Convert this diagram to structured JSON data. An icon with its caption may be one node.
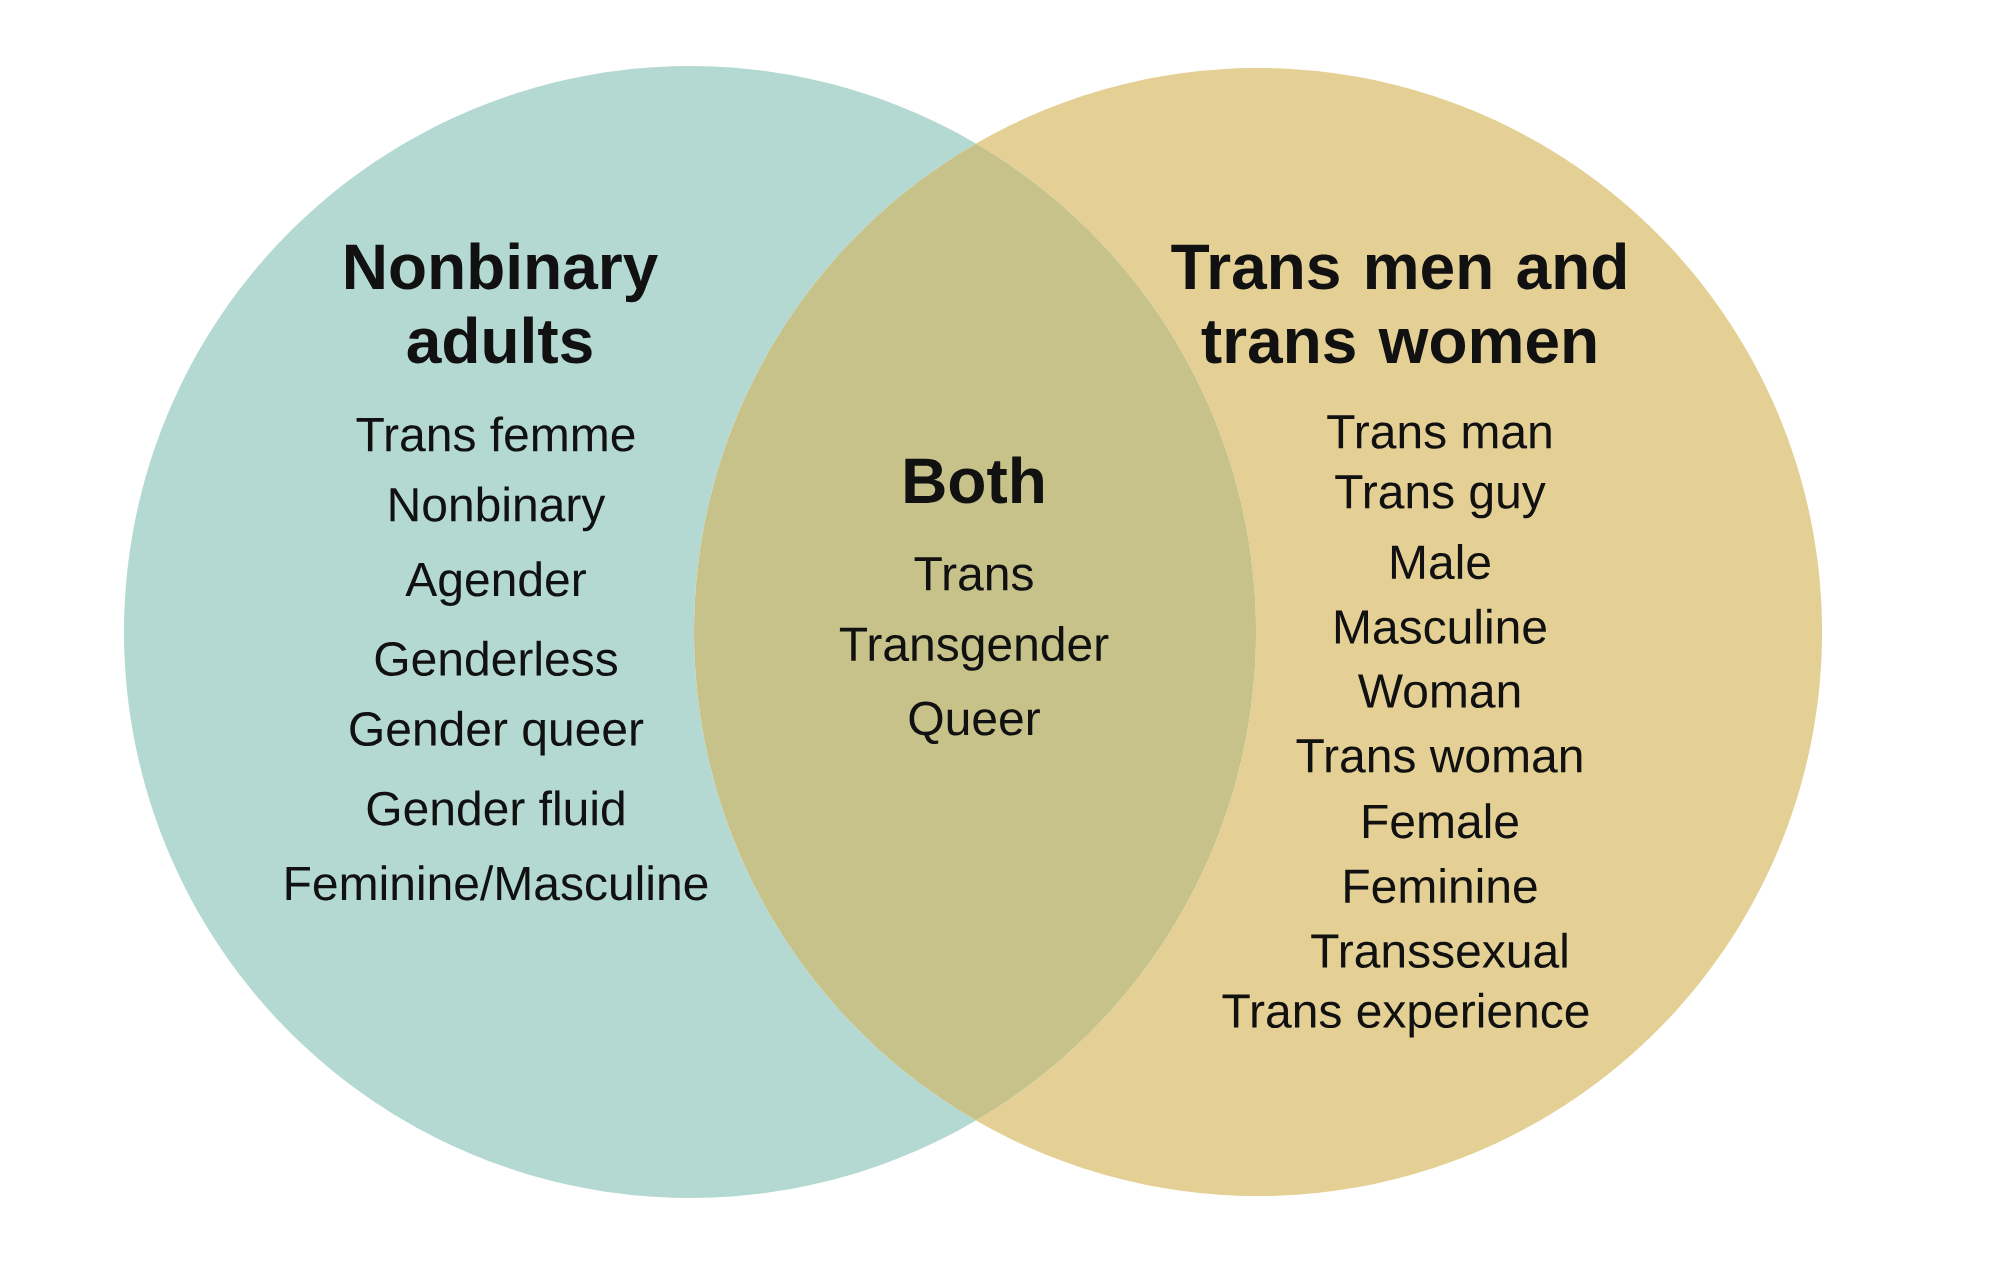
{
  "diagram": {
    "nodes": [
      {
        "text": [
          "Nonbinary adults",
          "Trans femme",
          "Nonbinary",
          "Agender",
          "Genderless",
          "Gender queer",
          "Gender fluid",
          "Feminine/Masculine"
        ]
      },
      {
        "text": [
          "Trans men and trans women",
          "Trans man",
          "Trans guy",
          "Male",
          "Masculine",
          "Woman",
          "Trans woman",
          "Female",
          "Feminine",
          "Transsexual",
          "Trans experience"
        ]
      },
      {
        "text": [
          "Both",
          "Trans",
          "Transgender",
          "Queer"
        ]
      }
    ]
  }
}
